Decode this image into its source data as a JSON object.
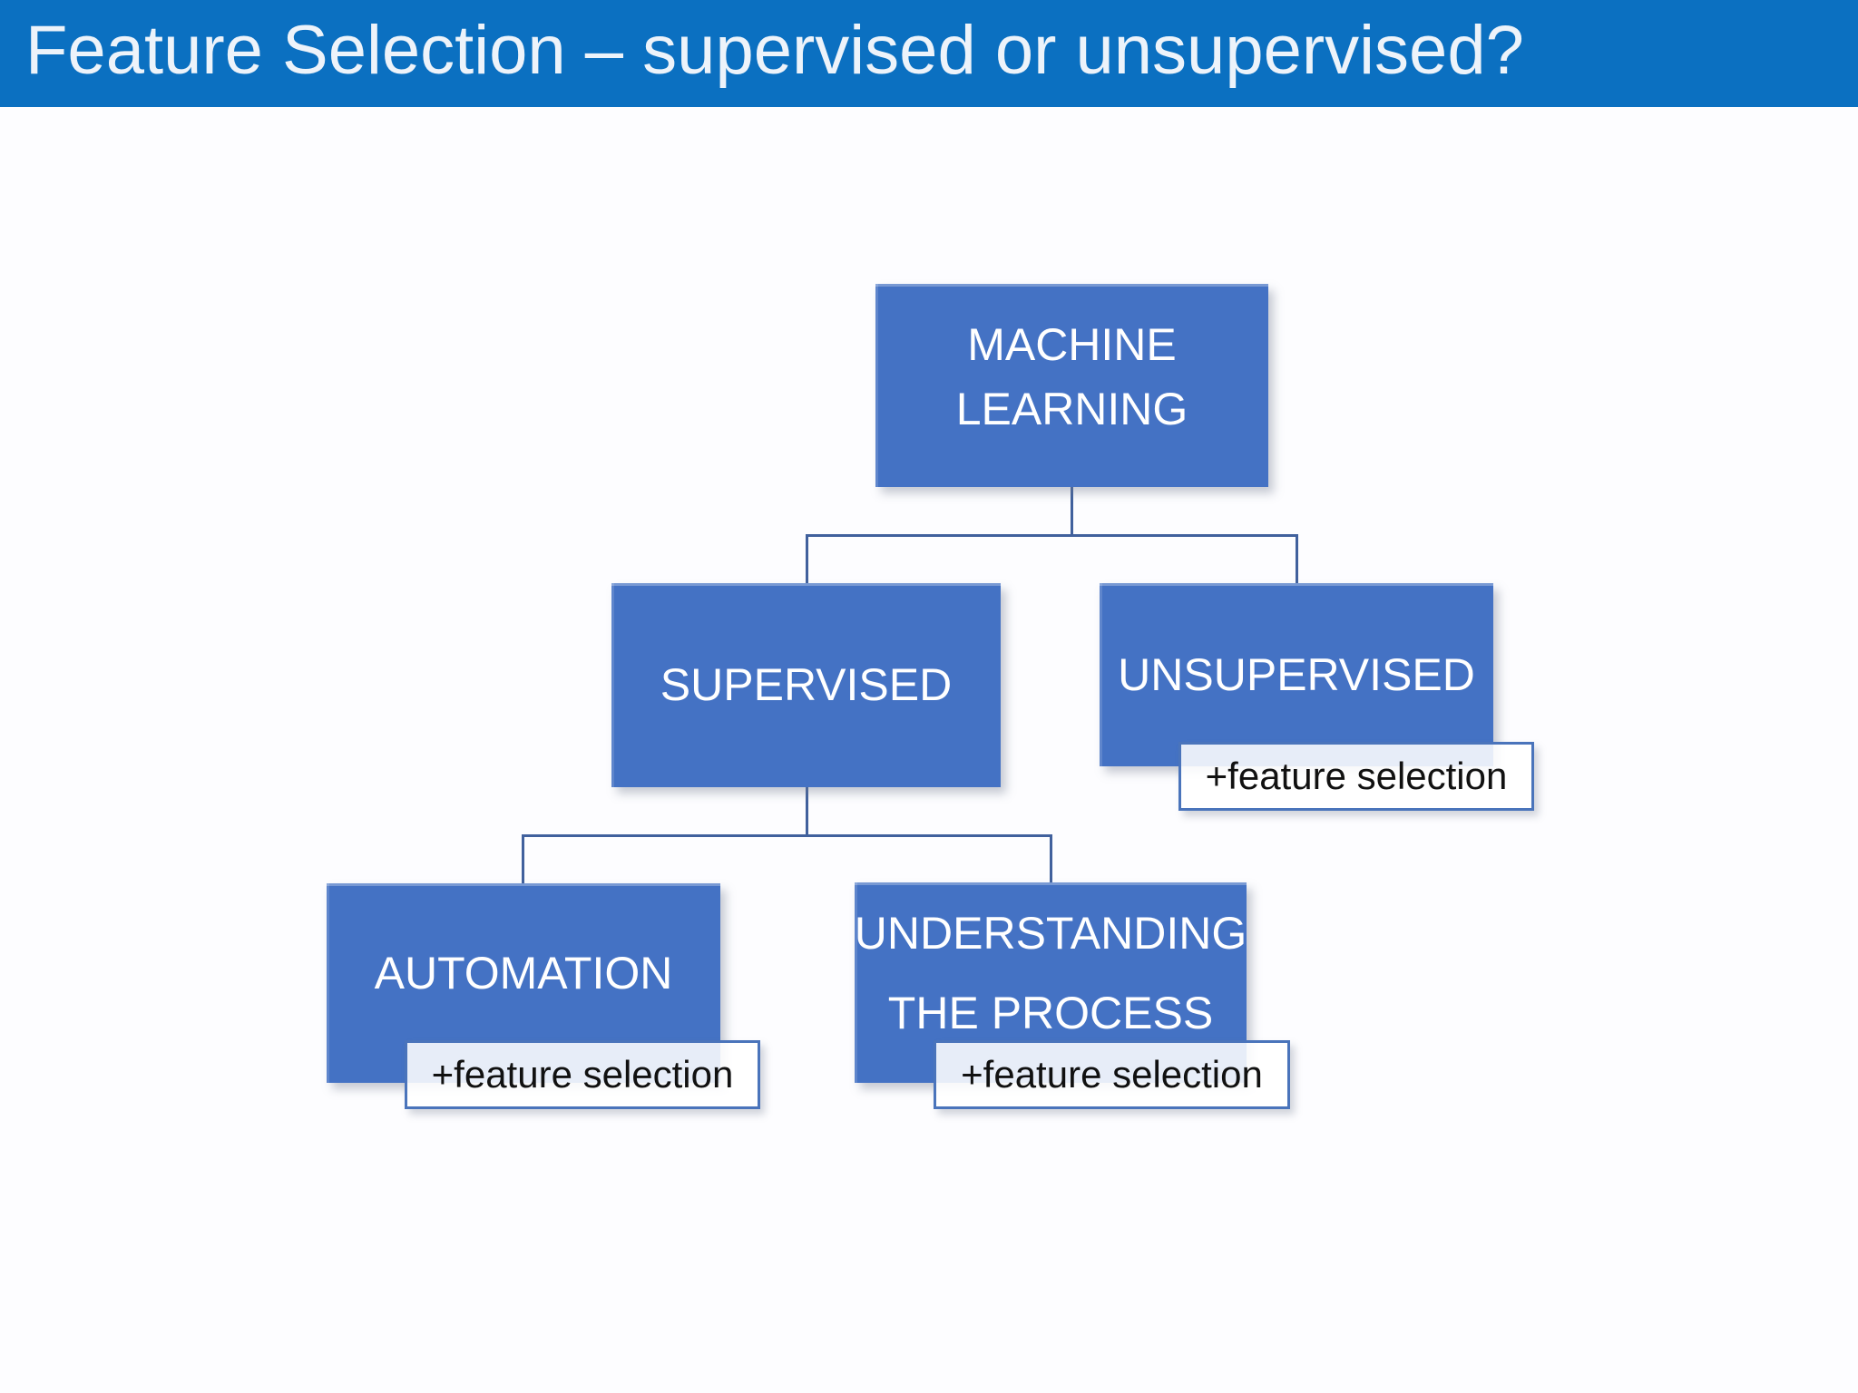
{
  "slide": {
    "title": "Feature Selection – supervised or unsupervised?",
    "title_bar_color": "#0b70c1",
    "title_text_color": "#edf3fa",
    "background_color": "#fdfdff"
  },
  "diagram": {
    "type": "tree",
    "box_fill_color": "#4472c4",
    "box_text_color": "#ffffff",
    "connector_color": "#41619d",
    "annotation_border_color": "#4a74bb",
    "annotation_text_color": "#111111",
    "nodes": [
      {
        "id": "machine-learning",
        "label": "MACHINE\nLEARNING",
        "parent": null,
        "annotation": null
      },
      {
        "id": "supervised",
        "label": "SUPERVISED",
        "parent": "machine-learning",
        "annotation": null
      },
      {
        "id": "unsupervised",
        "label": "UNSUPERVISED",
        "parent": "machine-learning",
        "annotation": "+feature selection"
      },
      {
        "id": "automation",
        "label": "AUTOMATION",
        "parent": "supervised",
        "annotation": "+feature selection"
      },
      {
        "id": "understanding-the-process",
        "label": "UNDERSTANDING\nTHE PROCESS",
        "parent": "supervised",
        "annotation": "+feature selection"
      }
    ]
  }
}
